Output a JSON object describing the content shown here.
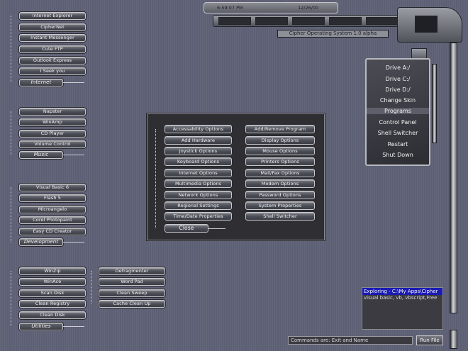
{
  "clock": {
    "time": "6:59:07 PM",
    "date": "12/26/00"
  },
  "os_title": "Cipher Operating System 1.0 alpha",
  "internet": {
    "items": [
      "Internet Explorer",
      "CipherNet",
      "Instant Messenger",
      "Cute FTP",
      "Outlook Express",
      "I Seek you"
    ],
    "label": "Internet"
  },
  "music": {
    "items": [
      "Napster",
      "WinAmp",
      "CD Player",
      "Volume Control"
    ],
    "label": "Music"
  },
  "development": {
    "items": [
      "Visual Basic 6",
      "Flash 5",
      "Microangelo",
      "Corel Photopaint",
      "Easy CD Creator"
    ],
    "label": "Development"
  },
  "utilities": {
    "col1": [
      "WinZip",
      "WinAce",
      "Scan Disk",
      "Clean Registry",
      "Clean Disk"
    ],
    "col2": [
      "Defragmenter",
      "Word Pad",
      "Clean Sweep",
      "Cache Clean Up"
    ],
    "label": "Utilities"
  },
  "control_panel": {
    "left": [
      "Accessability Options",
      "Add Hardware",
      "Joystick Options",
      "Keyboard Options",
      "Internet Options",
      "Multimedia Options",
      "Network Options",
      "Regional Settings",
      "Time/Date Properties"
    ],
    "right": [
      "Add/Remove Program",
      "Display Options",
      "Mouse Options",
      "Printers Options",
      "Mail/Fax Options",
      "Modem Options",
      "Password Options",
      "System Properties",
      "Shell Switcher"
    ],
    "close": "Close"
  },
  "menu": {
    "items": [
      "Drive A:/",
      "Drive C:/",
      "Drive D:/",
      "Change Skin",
      "Programs",
      "Control Panel",
      "Shell Switcher",
      "Restart",
      "Shut Down"
    ],
    "selected": "Programs"
  },
  "explorer": {
    "title": "Exploring - C:\\My Apps\\Cipher",
    "text": "visual basic, vb, vbscript,Free"
  },
  "command": {
    "placeholder": "Commands are: Exit and Name",
    "run_label": "Run File"
  }
}
